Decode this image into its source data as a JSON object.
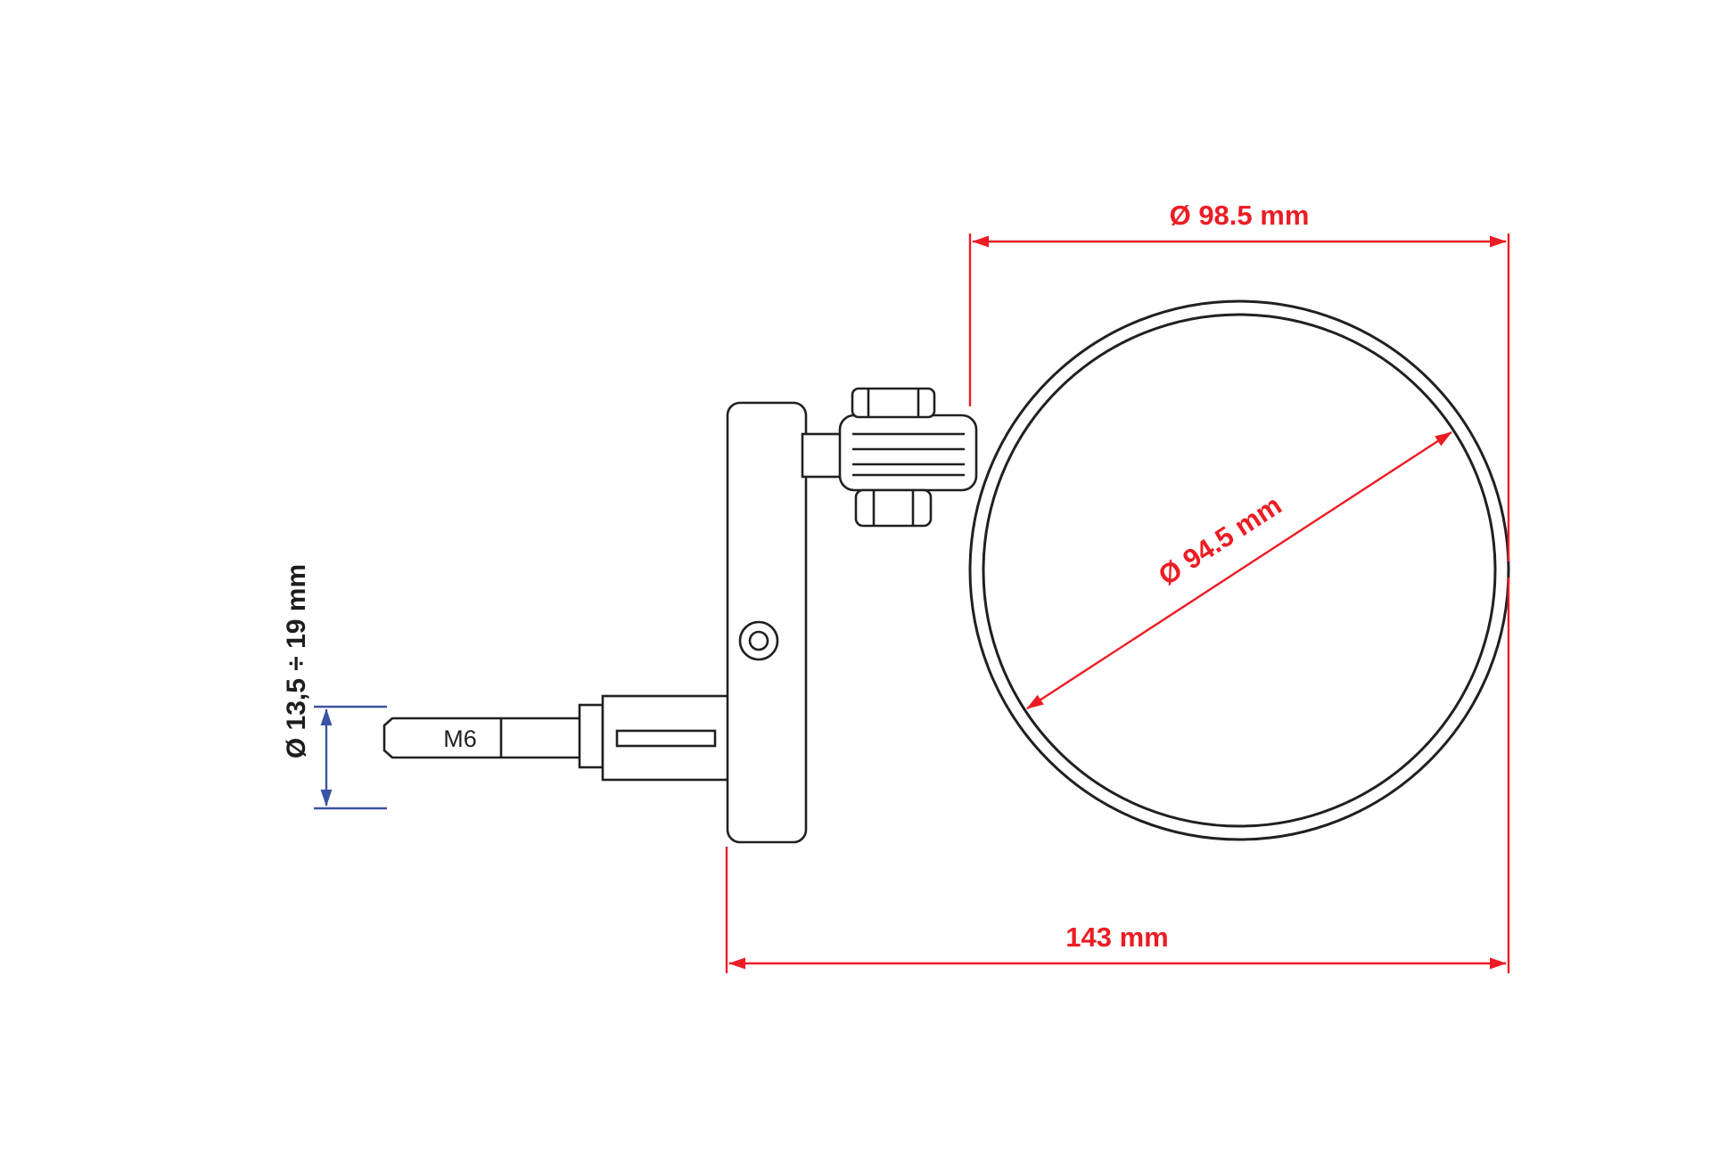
{
  "document": {
    "type": "technical-drawing"
  },
  "colors": {
    "dimension_red": "#ed1c24",
    "dimension_blue": "#3a53a4",
    "drawing_line": "#231f20",
    "background": "#ffffff"
  },
  "dimensions": {
    "outer_diameter": {
      "label": "Ø 98.5 mm",
      "value": 98.5,
      "unit": "mm"
    },
    "glass_diameter": {
      "label": "Ø 94.5 mm",
      "value": 94.5,
      "unit": "mm"
    },
    "overall_length": {
      "label": "143 mm",
      "value": 143,
      "unit": "mm"
    },
    "mount_range": {
      "label": "Ø 13,5 ÷ 19 mm",
      "min": 13.5,
      "max": 19,
      "unit": "mm"
    },
    "thread": {
      "label": "M6"
    }
  }
}
